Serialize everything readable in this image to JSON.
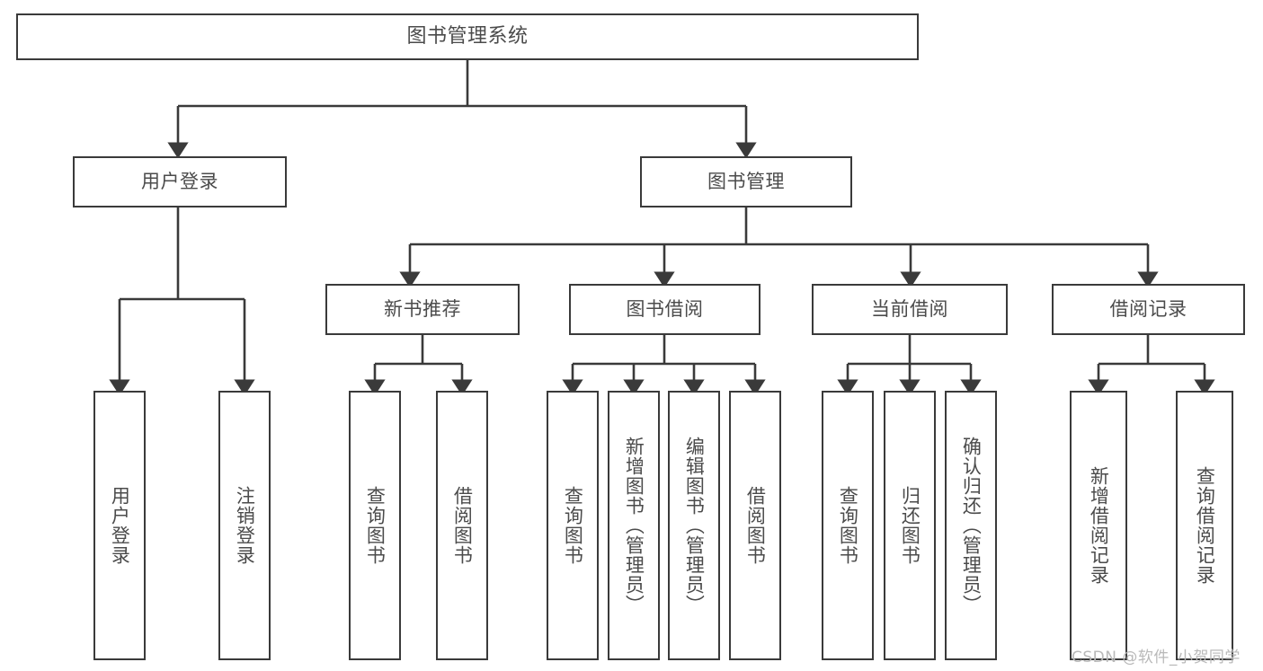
{
  "diagram": {
    "title": "图书管理系统",
    "watermark": "CSDN @软件_小贺同学",
    "line_color": "#3a3a3a",
    "text_color": "#4b4b4b",
    "background": "#ffffff",
    "root": {
      "label": "图书管理系统"
    },
    "level2": [
      {
        "label": "用户登录"
      },
      {
        "label": "图书管理"
      }
    ],
    "level3": [
      {
        "label": "新书推荐"
      },
      {
        "label": "图书借阅"
      },
      {
        "label": "当前借阅"
      },
      {
        "label": "借阅记录"
      }
    ],
    "leaves": {
      "user_login": [
        {
          "label": "用户登录"
        },
        {
          "label": "注销登录"
        }
      ],
      "new_book_recommend": [
        {
          "label": "查询图书"
        },
        {
          "label": "借阅图书"
        }
      ],
      "book_borrow": [
        {
          "label": "查询图书"
        },
        {
          "label": "新增图书（管理员）"
        },
        {
          "label": "编辑图书（管理员）"
        },
        {
          "label": "借阅图书"
        }
      ],
      "current_borrow": [
        {
          "label": "查询图书"
        },
        {
          "label": "归还图书"
        },
        {
          "label": "确认归还（管理员）"
        }
      ],
      "borrow_record": [
        {
          "label": "新增借阅记录"
        },
        {
          "label": "查询借阅记录"
        }
      ]
    }
  }
}
